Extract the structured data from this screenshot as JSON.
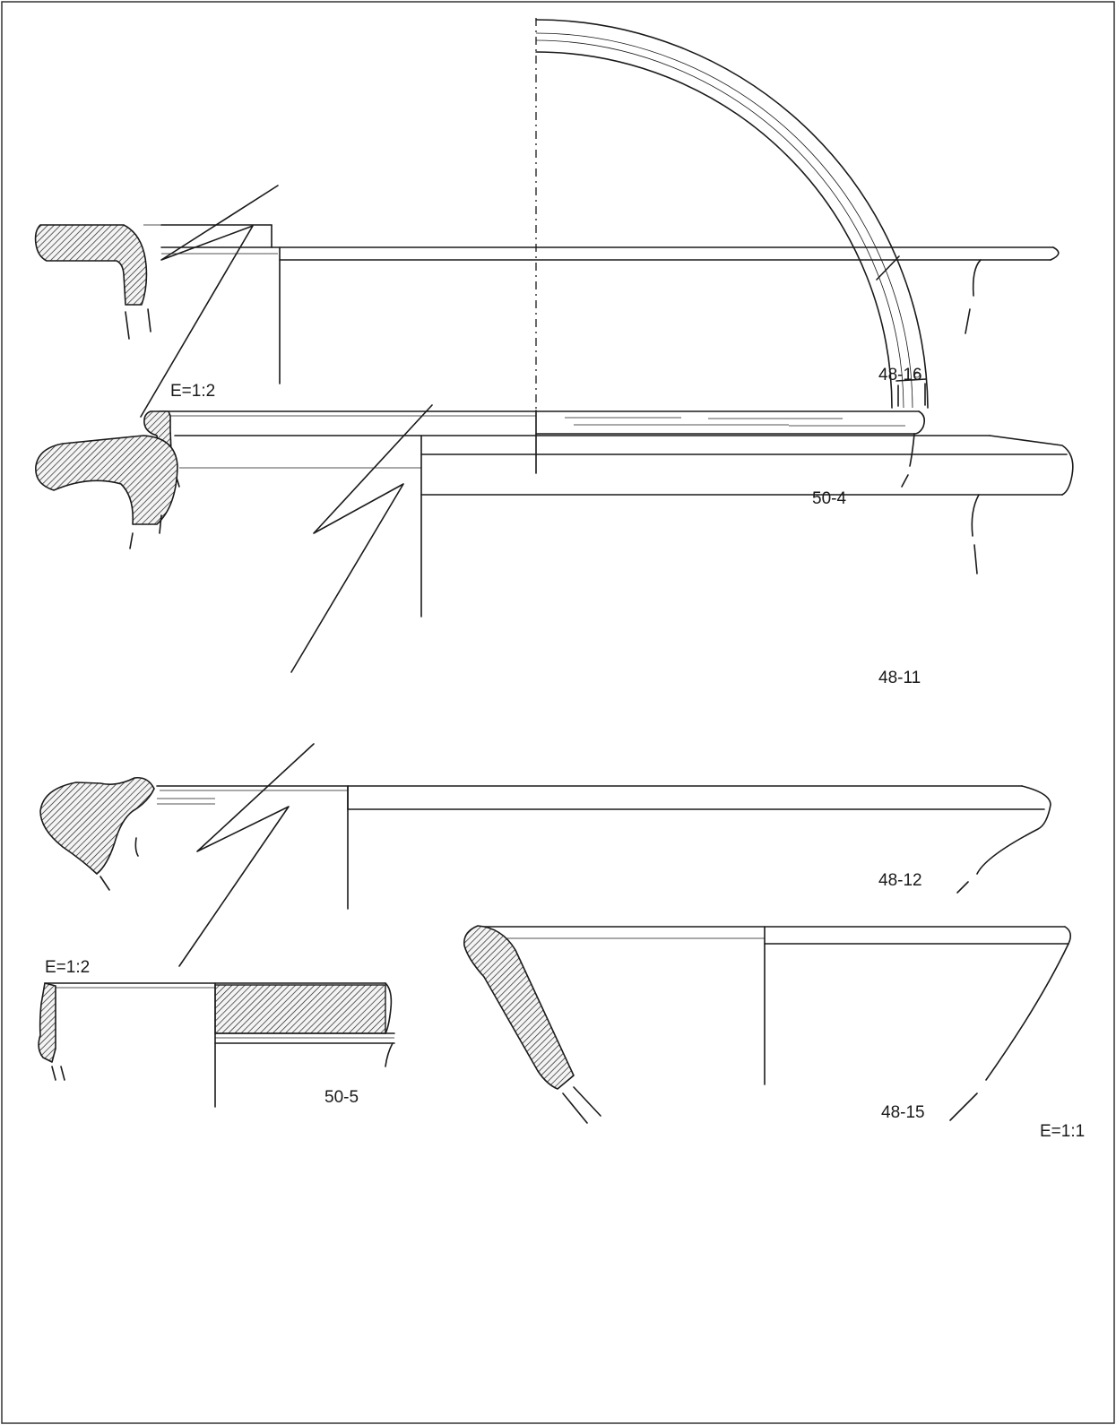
{
  "figure": {
    "scale_labels": {
      "top_left": "E=1:2",
      "bottom_left": "E=1:2",
      "bottom_right": "E=1:1"
    },
    "sherds": [
      {
        "id": "50-4"
      },
      {
        "id": "48-16"
      },
      {
        "id": "48-11"
      },
      {
        "id": "48-12"
      },
      {
        "id": "48-15"
      },
      {
        "id": "50-5"
      }
    ],
    "colors": {
      "ink": "#1a1a1a",
      "paper": "#ffffff",
      "frame": "#333333"
    }
  }
}
